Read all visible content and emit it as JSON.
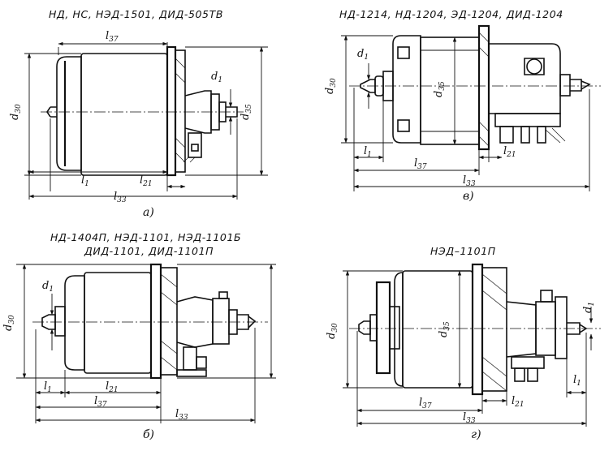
{
  "panels": [
    {
      "id": "a",
      "title": "НД, НС, НЭД-1501, ДИД-505ТВ",
      "caption": "а)",
      "dims": {
        "l37": "l",
        "l37sub": "37",
        "l1": "l",
        "l1sub": "1",
        "l21": "l",
        "l21sub": "21",
        "l33": "l",
        "l33sub": "33",
        "d30": "d",
        "d30sub": "30",
        "d35": "d",
        "d35sub": "35",
        "d1": "d",
        "d1sub": "1"
      }
    },
    {
      "id": "v",
      "title": "НД-1214, НД-1204, ЭД-1204, ДИД-1204",
      "caption": "в)",
      "dims": {
        "l37": "l",
        "l37sub": "37",
        "l1": "l",
        "l1sub": "1",
        "l21": "l",
        "l21sub": "21",
        "l33": "l",
        "l33sub": "33",
        "d30": "d",
        "d30sub": "30",
        "d35": "d",
        "d35sub": "35",
        "d1": "d",
        "d1sub": "1"
      }
    },
    {
      "id": "b",
      "title_line1": "НД-1404П, НЭД-1101, НЭД-1101Б",
      "title_line2": "ДИД-1101, ДИД-1101П",
      "caption": "б)",
      "dims": {
        "l37": "l",
        "l37sub": "37",
        "l1": "l",
        "l1sub": "1",
        "l21": "l",
        "l21sub": "21",
        "l33": "l",
        "l33sub": "33",
        "d30": "d",
        "d30sub": "30",
        "d1": "d",
        "d1sub": "1"
      }
    },
    {
      "id": "g",
      "title": "НЭД–1101П",
      "caption": "г)",
      "dims": {
        "l37": "l",
        "l37sub": "37",
        "l1": "l",
        "l1sub": "1",
        "l21": "l",
        "l21sub": "21",
        "l33": "l",
        "l33sub": "33",
        "d30": "d",
        "d30sub": "30",
        "d35": "d",
        "d35sub": "35",
        "d1": "d",
        "d1sub": "1"
      }
    }
  ]
}
